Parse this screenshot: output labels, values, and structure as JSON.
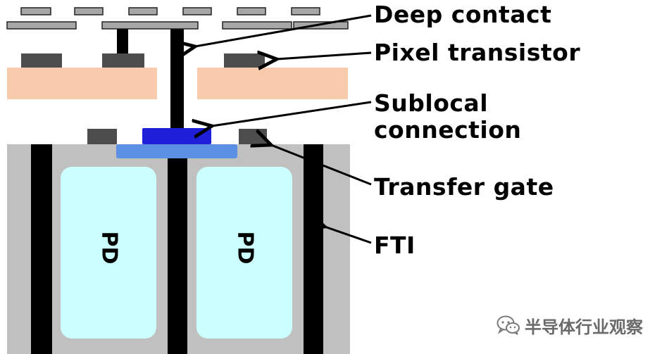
{
  "labels": {
    "deep_contact": "Deep contact",
    "pixel_transistor": "Pixel transistor",
    "sublocal_line1": "Sublocal",
    "sublocal_line2": "connection",
    "transfer_gate": "Transfer gate",
    "fti": "FTI"
  },
  "photodiodes": {
    "left": "PD",
    "right": "PD"
  },
  "watermark": {
    "text": "半导体行业观察",
    "icon": "wechat-icon"
  },
  "colors": {
    "metal": "#a6a6a6",
    "metal_stroke": "#222222",
    "gate": "#4d4d4d",
    "substrate_upper": "#f8cbad",
    "substrate_lower": "#c0c0c0",
    "trench": "#000000",
    "photodiode": "#ccffff",
    "sublocal": "#1f1fd9",
    "transfer_implant": "#5b8fe3",
    "text": "#000000",
    "watermark": "#6a6a6a"
  }
}
